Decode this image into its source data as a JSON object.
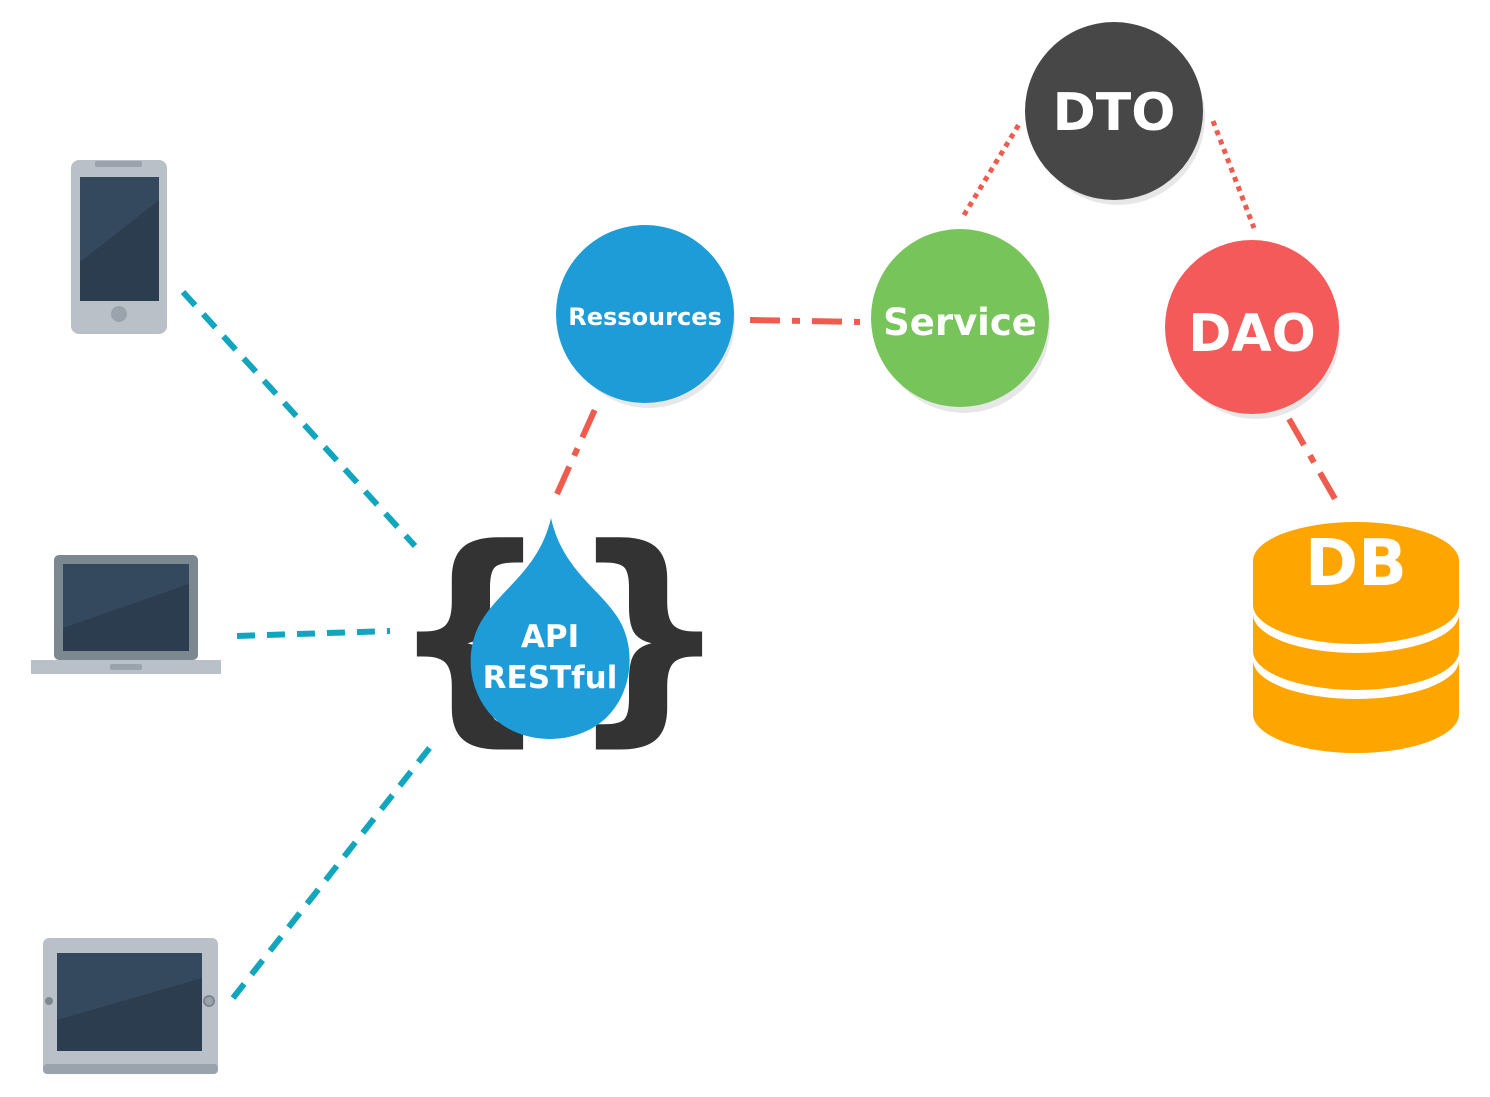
{
  "diagram": {
    "api": {
      "line1": "API",
      "line2": "RESTful",
      "brace_open": "{",
      "brace_close": "}"
    },
    "ressources": {
      "label": "Ressources"
    },
    "service": {
      "label": "Service"
    },
    "dto": {
      "label": "DTO"
    },
    "dao": {
      "label": "DAO"
    },
    "db": {
      "label": "DB"
    },
    "devices": [
      {
        "name": "phone",
        "icon": "smartphone-icon"
      },
      {
        "name": "laptop",
        "icon": "laptop-icon"
      },
      {
        "name": "tablet",
        "icon": "tablet-icon"
      }
    ]
  },
  "colors": {
    "client_link": "#12a5be",
    "server_link": "#ef5b4c",
    "ressources": "#1e9cd7",
    "service": "#77c45a",
    "dto": "#474747",
    "dao": "#f55a5a",
    "db": "#ffa500",
    "api_drop": "#1e9cd7",
    "device_frame": "#b9c0c7",
    "device_screen": "#35495e"
  }
}
